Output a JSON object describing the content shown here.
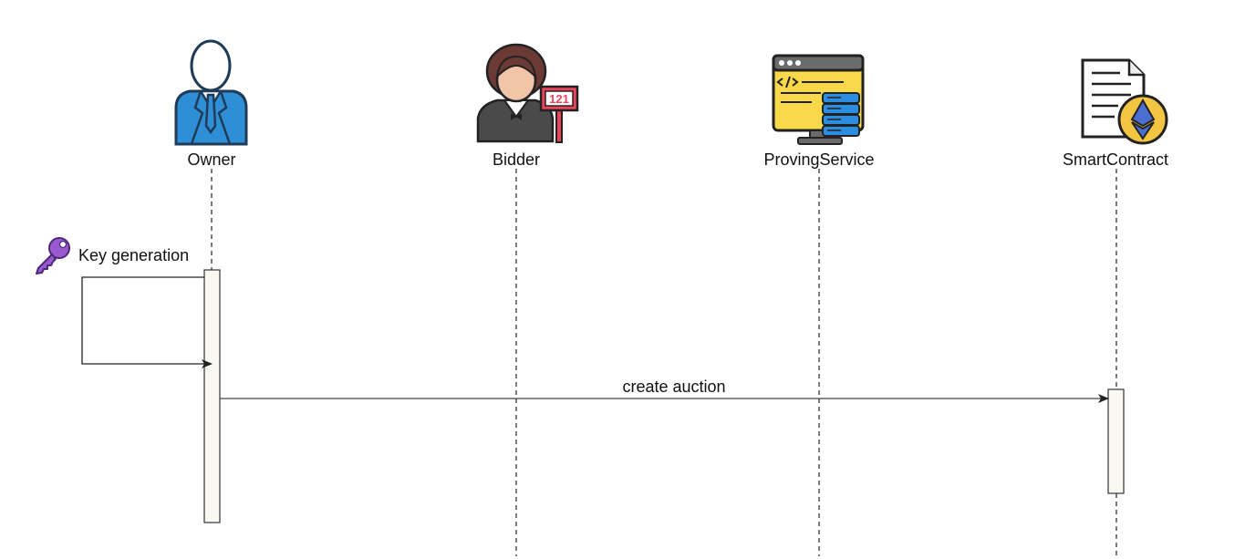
{
  "participants": [
    {
      "id": "owner",
      "label": "Owner"
    },
    {
      "id": "bidder",
      "label": "Bidder"
    },
    {
      "id": "proving",
      "label": "ProvingService"
    },
    {
      "id": "contract",
      "label": "SmartContract"
    }
  ],
  "bidder_sign": "121",
  "messages": {
    "self": {
      "label": "Key generation",
      "icon": "key-icon"
    },
    "create": {
      "label": "create auction"
    }
  },
  "colors": {
    "owner_suit": "#2f8fd6",
    "outline": "#1f3b57",
    "activation_fill": "#f9f8f2",
    "key": "#9b59d0",
    "ethereum": "#f4c542",
    "monitor": "#f9d84a",
    "server": "#2b8ee0",
    "sign": "#e8455a",
    "line": "#333333"
  }
}
